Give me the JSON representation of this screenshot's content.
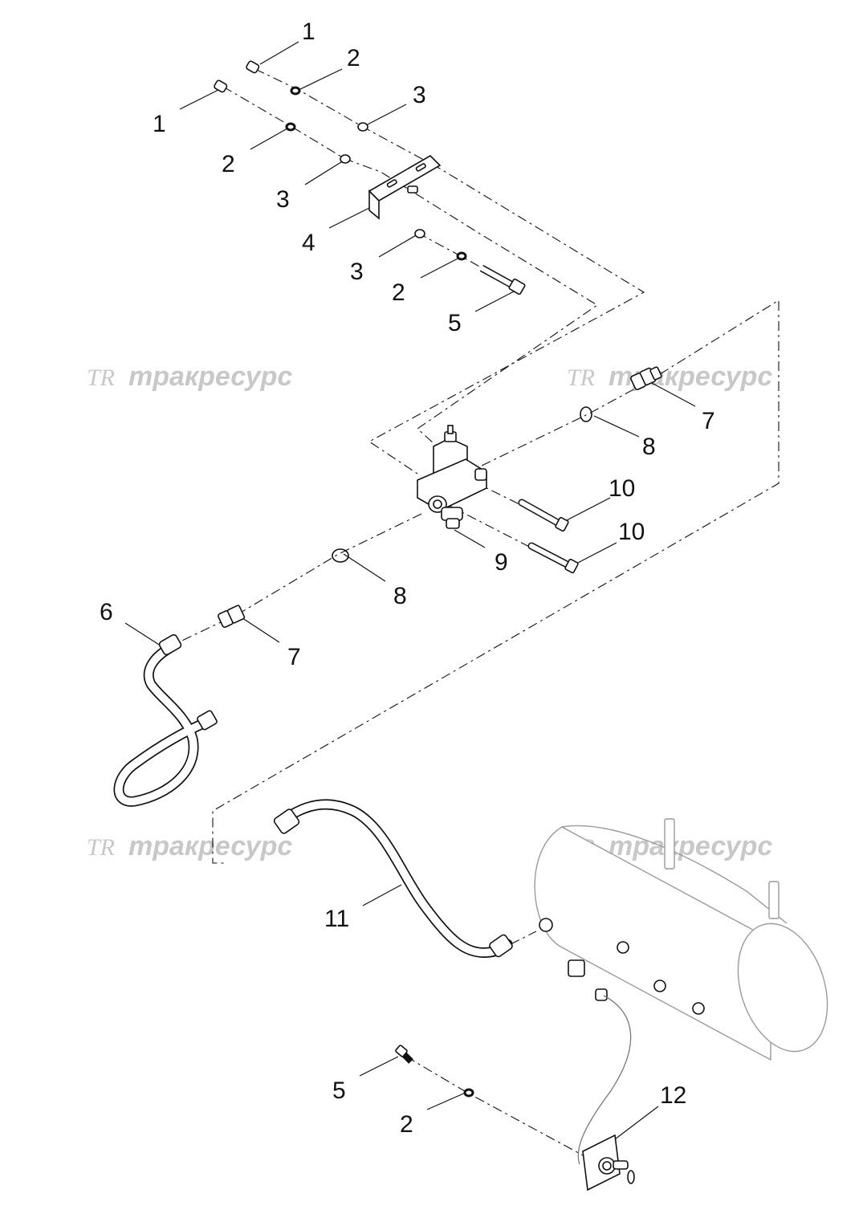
{
  "watermark": {
    "logo": "TR",
    "text": "тракресурс"
  },
  "callouts": [
    {
      "id": "c1a",
      "label": "1"
    },
    {
      "id": "c2a",
      "label": "2"
    },
    {
      "id": "c3a",
      "label": "3"
    },
    {
      "id": "c1b",
      "label": "1"
    },
    {
      "id": "c2b",
      "label": "2"
    },
    {
      "id": "c3b",
      "label": "3"
    },
    {
      "id": "c4",
      "label": "4"
    },
    {
      "id": "c3c",
      "label": "3"
    },
    {
      "id": "c2c",
      "label": "2"
    },
    {
      "id": "c5a",
      "label": "5"
    },
    {
      "id": "c7a",
      "label": "7"
    },
    {
      "id": "c8a",
      "label": "8"
    },
    {
      "id": "c10a",
      "label": "10"
    },
    {
      "id": "c10b",
      "label": "10"
    },
    {
      "id": "c9",
      "label": "9"
    },
    {
      "id": "c8b",
      "label": "8"
    },
    {
      "id": "c6",
      "label": "6"
    },
    {
      "id": "c7b",
      "label": "7"
    },
    {
      "id": "c11",
      "label": "11"
    },
    {
      "id": "c12",
      "label": "12"
    },
    {
      "id": "c5b",
      "label": "5"
    },
    {
      "id": "c2d",
      "label": "2"
    }
  ]
}
